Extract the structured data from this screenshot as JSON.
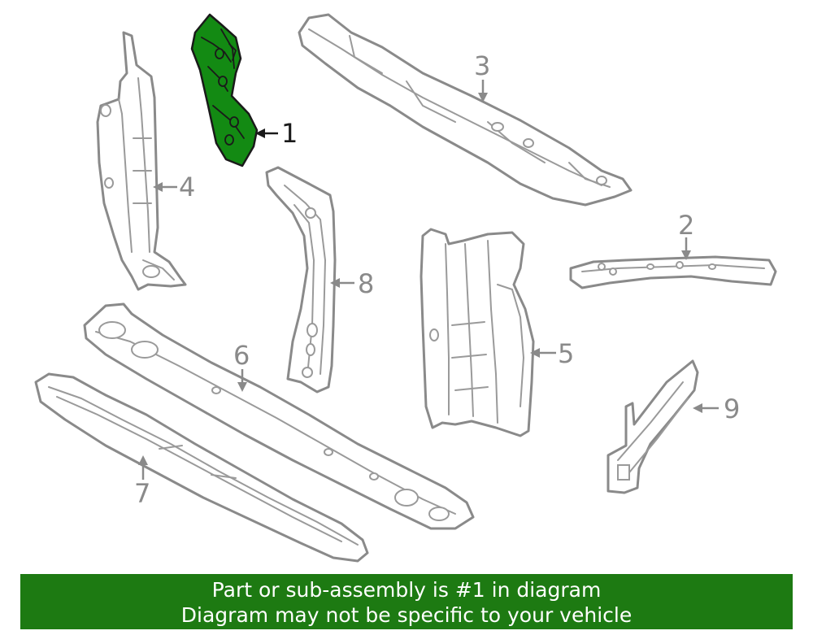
{
  "diagram": {
    "highlight_color": "#138a13",
    "part_stroke": "#8a8a8a",
    "highlighted_part": "1",
    "callouts": [
      {
        "id": "1",
        "label": "1"
      },
      {
        "id": "2",
        "label": "2"
      },
      {
        "id": "3",
        "label": "3"
      },
      {
        "id": "4",
        "label": "4"
      },
      {
        "id": "5",
        "label": "5"
      },
      {
        "id": "6",
        "label": "6"
      },
      {
        "id": "7",
        "label": "7"
      },
      {
        "id": "8",
        "label": "8"
      },
      {
        "id": "9",
        "label": "9"
      }
    ]
  },
  "banner": {
    "background": "#1d7a12",
    "line1": "Part or sub-assembly is #1 in diagram",
    "line2": "Diagram may not be specific to your vehicle"
  }
}
